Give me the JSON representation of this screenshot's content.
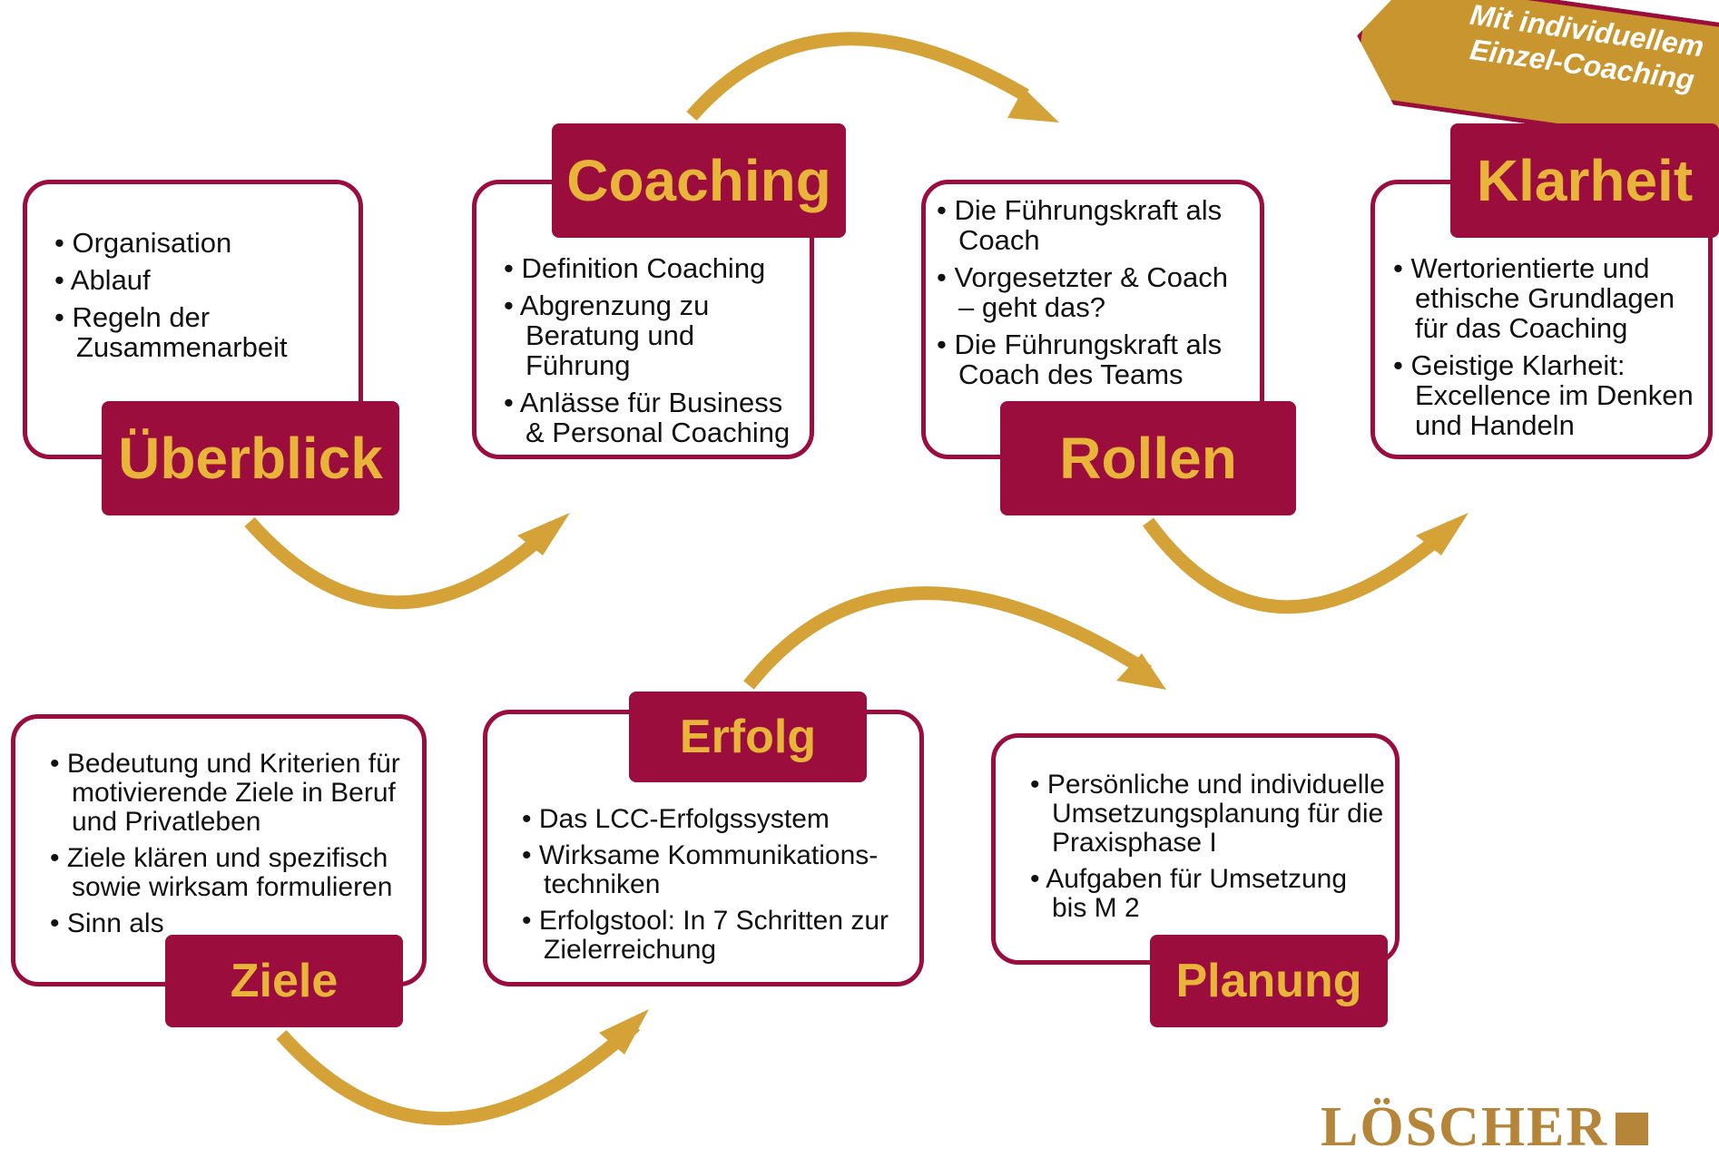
{
  "colors": {
    "box_border": "#9b0d3c",
    "title_bg": "#9b0d3c",
    "title_text": "#e8b43a",
    "arrow": "#d4a236"
  },
  "badge": {
    "text": "Mit individuellem Einzel-Coaching"
  },
  "modules": [
    {
      "title": "Überblick",
      "items": [
        "Organisation",
        "Ablauf",
        "Regeln der Zusammenarbeit"
      ]
    },
    {
      "title": "Coaching",
      "items": [
        "Definition Coaching",
        "Abgrenzung zu Beratung und Führung",
        "Anlässe für Business & Personal Coaching"
      ]
    },
    {
      "title": "Rollen",
      "items": [
        "Die Führungskraft als Coach",
        "Vorgesetzter & Coach – geht das?",
        "Die Führungskraft als Coach des Teams"
      ]
    },
    {
      "title": "Klarheit",
      "items": [
        "Wertorientierte und ethische Grundlagen für das Coaching",
        "Geistige Klarheit: Excellence im Denken und Handeln"
      ]
    },
    {
      "title": "Ziele",
      "items": [
        "Bedeutung und Kriterien für motivierende Ziele in Beruf und Privatleben",
        "Ziele klären und spezifisch sowie wirksam formulieren",
        "Sinn als"
      ]
    },
    {
      "title": "Erfolg",
      "items": [
        "Das LCC-Erfolgssystem",
        "Wirksame Kommunikations-techniken",
        "Erfolgstool: In 7 Schritten zur  Zielerreichung"
      ]
    },
    {
      "title": "Planung",
      "items": [
        "Persönliche und individuelle Umsetzungsplanung für die Praxisphase I",
        "Aufgaben für Umsetzung bis M 2"
      ]
    }
  ],
  "logo": {
    "text": "LÖSCHER"
  }
}
